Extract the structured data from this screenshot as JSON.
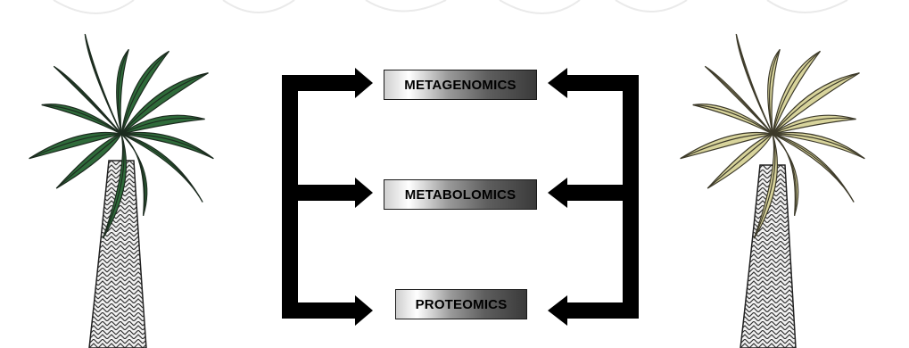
{
  "diagram": {
    "boxes": [
      {
        "id": "metagenomics",
        "label": "METAGENOMICS"
      },
      {
        "id": "metabolomics",
        "label": "METABOLOMICS"
      },
      {
        "id": "proteomics",
        "label": "PROTEOMICS"
      }
    ],
    "trees": [
      {
        "id": "healthy-palm",
        "frond_color": "#2f6b3a"
      },
      {
        "id": "diseased-palm",
        "frond_color": "#d8d49c"
      }
    ],
    "arrow_color": "#000000"
  }
}
